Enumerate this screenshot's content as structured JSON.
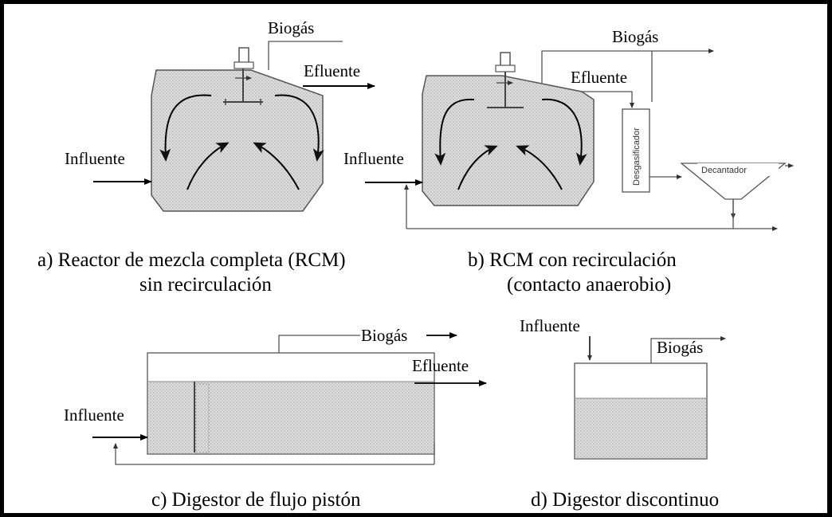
{
  "diagram_a": {
    "biogas": "Biogás",
    "efluente": "Efluente",
    "influente": "Influente",
    "caption_line1": "a) Reactor de mezcla completa (RCM)",
    "caption_line2": "sin recirculación"
  },
  "diagram_b": {
    "biogas": "Biogás",
    "efluente": "Efluente",
    "influente": "Influente",
    "degasifier": "Desgasificador",
    "decanter": "Decantador",
    "caption_line1": "b) RCM con recirculación",
    "caption_line2": "(contacto anaerobio)"
  },
  "diagram_c": {
    "biogas": "Biogás",
    "efluente": "Efluente",
    "influente": "Influente",
    "caption": "c) Digestor de flujo pistón"
  },
  "diagram_d": {
    "influente": "Influente",
    "biogas": "Biogás",
    "caption": "d) Digestor discontinuo"
  },
  "colors": {
    "frame": "#000000",
    "liquid": "#d4d4d4",
    "lines": "#555555"
  }
}
